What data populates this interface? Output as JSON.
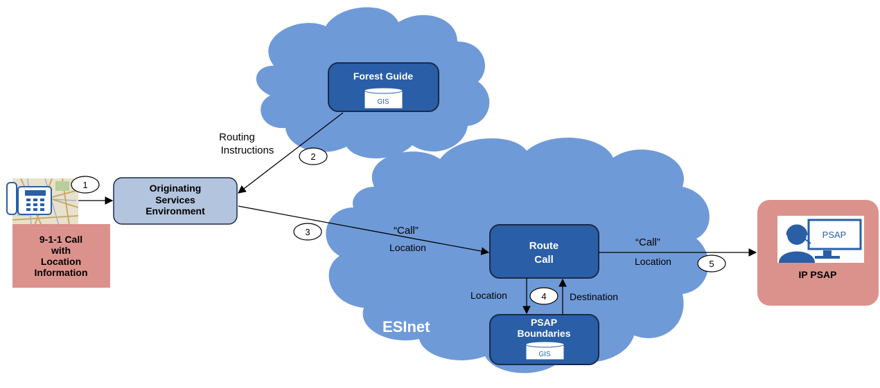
{
  "colors": {
    "cloud": "#6f9ad8",
    "box_dark": "#2a5ea6",
    "box_dark_stroke": "#1a2a48",
    "box_light": "#b3c5de",
    "pink": "#dc928c",
    "text_dark": "#000000",
    "text_light": "#ffffff",
    "gis_text": "#2a5ea6"
  },
  "nodes": {
    "forest_guide": {
      "label": "Forest Guide",
      "gis": "GIS"
    },
    "ose": {
      "line1": "Originating",
      "line2": "Services",
      "line3": "Environment"
    },
    "route_call": {
      "line1": "Route",
      "line2": "Call"
    },
    "psap_boundaries": {
      "line1": "PSAP",
      "line2": "Boundaries",
      "gis": "GIS"
    },
    "caller": {
      "line1": "9-1-1 Call",
      "line2": "with",
      "line3": "Location",
      "line4": "Information",
      "icon": "telephone-icon"
    },
    "ip_psap": {
      "label": "IP PSAP",
      "screen_text": "PSAP",
      "icon": "operator-icon"
    },
    "esinet": {
      "label": "ESInet"
    }
  },
  "edges": {
    "routing_instructions": {
      "line1": "Routing",
      "line2": "Instructions"
    },
    "call_location_in": {
      "call": "“Call”",
      "location": "Location"
    },
    "call_location_out": {
      "call": "“Call”",
      "location": "Location"
    },
    "location_down": "Location",
    "destination_up": "Destination"
  },
  "steps": [
    "1",
    "2",
    "3",
    "4",
    "5"
  ]
}
